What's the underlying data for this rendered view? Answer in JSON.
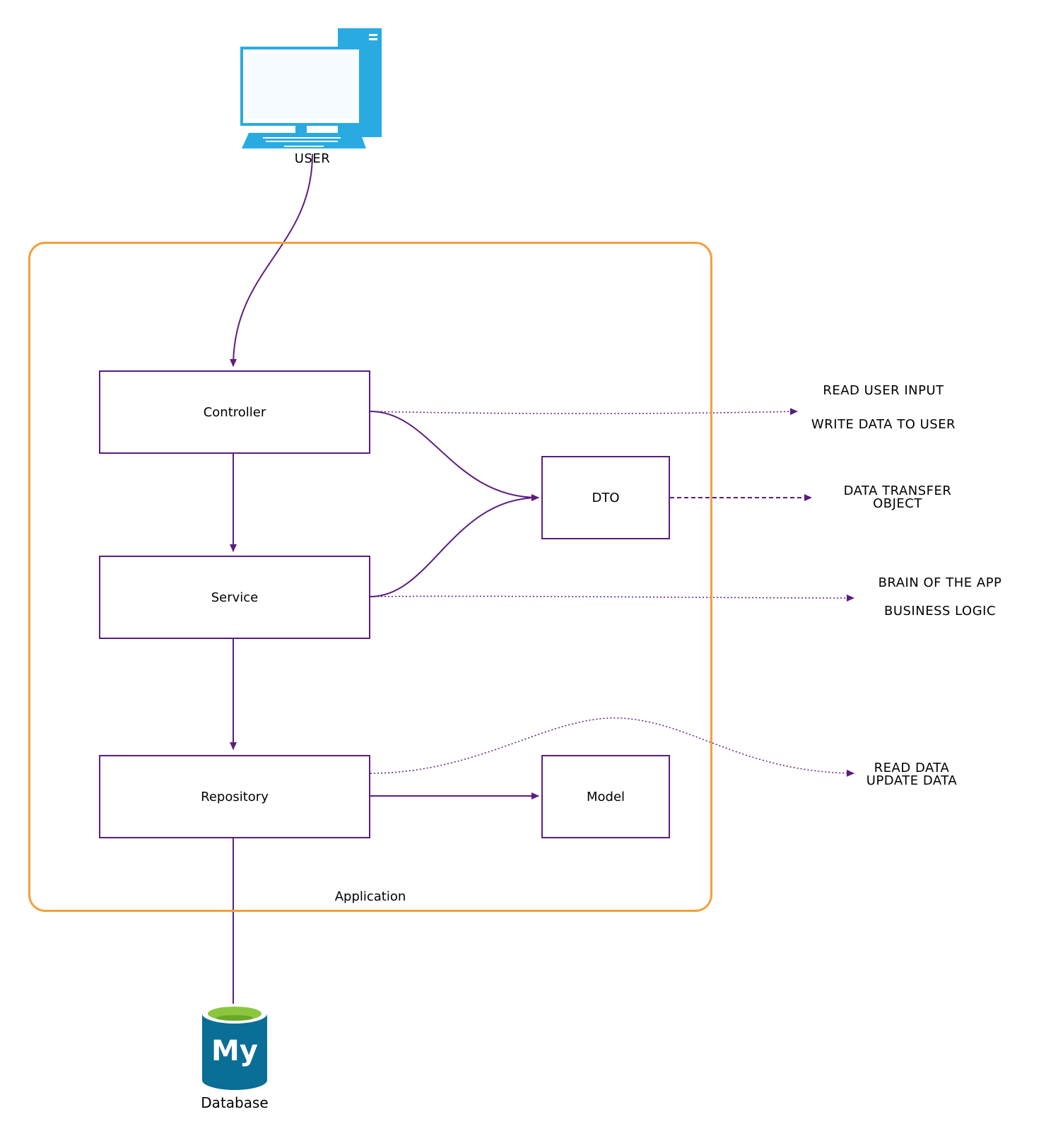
{
  "nodes": {
    "user": {
      "label": "USER",
      "icon": "computer-icon"
    },
    "controller": {
      "label": "Controller"
    },
    "service": {
      "label": "Service"
    },
    "repository": {
      "label": "Repository"
    },
    "dto": {
      "label": "DTO"
    },
    "model": {
      "label": "Model"
    },
    "database": {
      "label": "Database",
      "icon": "mysql-database-icon",
      "logo_text": "My"
    }
  },
  "container": {
    "label": "Application"
  },
  "annotations": {
    "controller": {
      "line1": "READ USER INPUT",
      "line2": "WRITE DATA TO USER"
    },
    "dto": {
      "line1": "DATA TRANSFER",
      "line2": "OBJECT"
    },
    "service": {
      "line1": "BRAIN OF THE APP",
      "line2": "BUSINESS LOGIC"
    },
    "repository": {
      "line1": "READ DATA",
      "line2": "UPDATE DATA"
    }
  },
  "colors": {
    "arrow": "#5b1d80",
    "container_border": "#f2a03d",
    "computer": "#29abe2",
    "db_body": "#0a6e96",
    "db_top": "#8cc63f"
  }
}
